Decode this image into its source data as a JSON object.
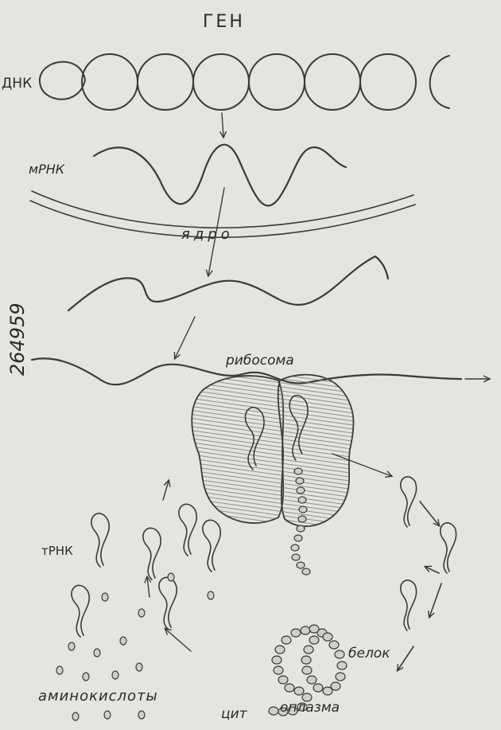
{
  "diagram": {
    "title": "ГЕН",
    "labels": {
      "dna": "ДНК",
      "mrna": "мРНК",
      "nucleus": "ядро",
      "ribosome": "рибосома",
      "trna": "тРНК",
      "amino_acids": "аминокислоты",
      "protein": "белок",
      "cytoplasm_left": "цит",
      "cytoplasm_right": "оплазма"
    },
    "margin_number": "264959"
  }
}
